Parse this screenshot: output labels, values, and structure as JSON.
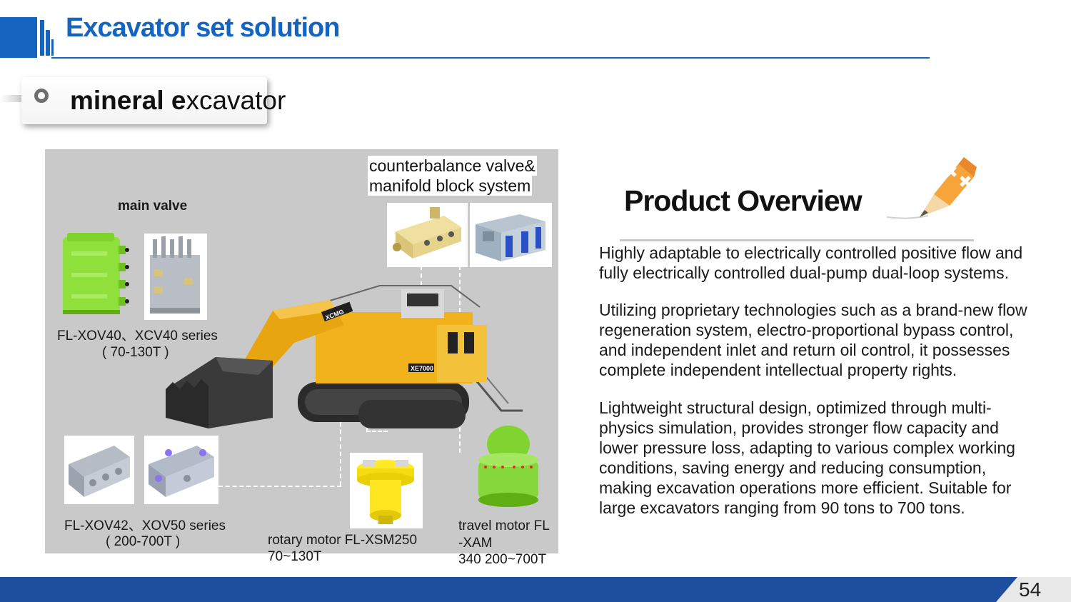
{
  "header": {
    "title": "Excavator set solution"
  },
  "section": {
    "title_bold_1": "mineral e",
    "title_rest": "xcavator"
  },
  "panel": {
    "main_valve_label": "main valve",
    "counterbalance_line1": "counterbalance valve&",
    "counterbalance_line2": "manifold block system",
    "xov40_line1": "FL-XOV40、XCV40 series",
    "xov40_line2": "( 70-130T )",
    "xov42_line1": "FL-XOV42、XOV50 series",
    "xov42_line2": "( 200-700T )",
    "rotary_line1": "rotary motor FL-XSM250",
    "rotary_line2": "70~130T",
    "travel_line1": "travel motor FL",
    "travel_line2": "-XAM",
    "travel_line3": "340 200~700T",
    "machine_brand": "XCMG",
    "machine_model": "XE7000"
  },
  "overview": {
    "title": "Product Overview",
    "para1": "Highly adaptable to electrically controlled positive flow and\nfully electrically controlled dual-pump dual-loop systems.",
    "para2": "Utilizing proprietary technologies such as a brand-new flow\n regeneration system, electro-proportional bypass control,\nand independent inlet and return oil control, it possesses\ncomplete independent intellectual property rights.",
    "para3": "Lightweight structural design, optimized through multi-\nphysics simulation, provides stronger flow capacity and\nlower pressure loss, adapting to various complex working\nconditions, saving energy and reducing consumption,\nmaking excavation operations more efficient. Suitable for\nlarge excavators ranging from 90 tons to 700 tons."
  },
  "footer": {
    "page_number": "54"
  },
  "colors": {
    "brand_blue": "#1565c0",
    "footer_blue": "#1e4f9e",
    "panel_gray": "#c9c9c9",
    "excavator_yellow": "#f2b21b",
    "valve_green": "#8fe03a"
  }
}
